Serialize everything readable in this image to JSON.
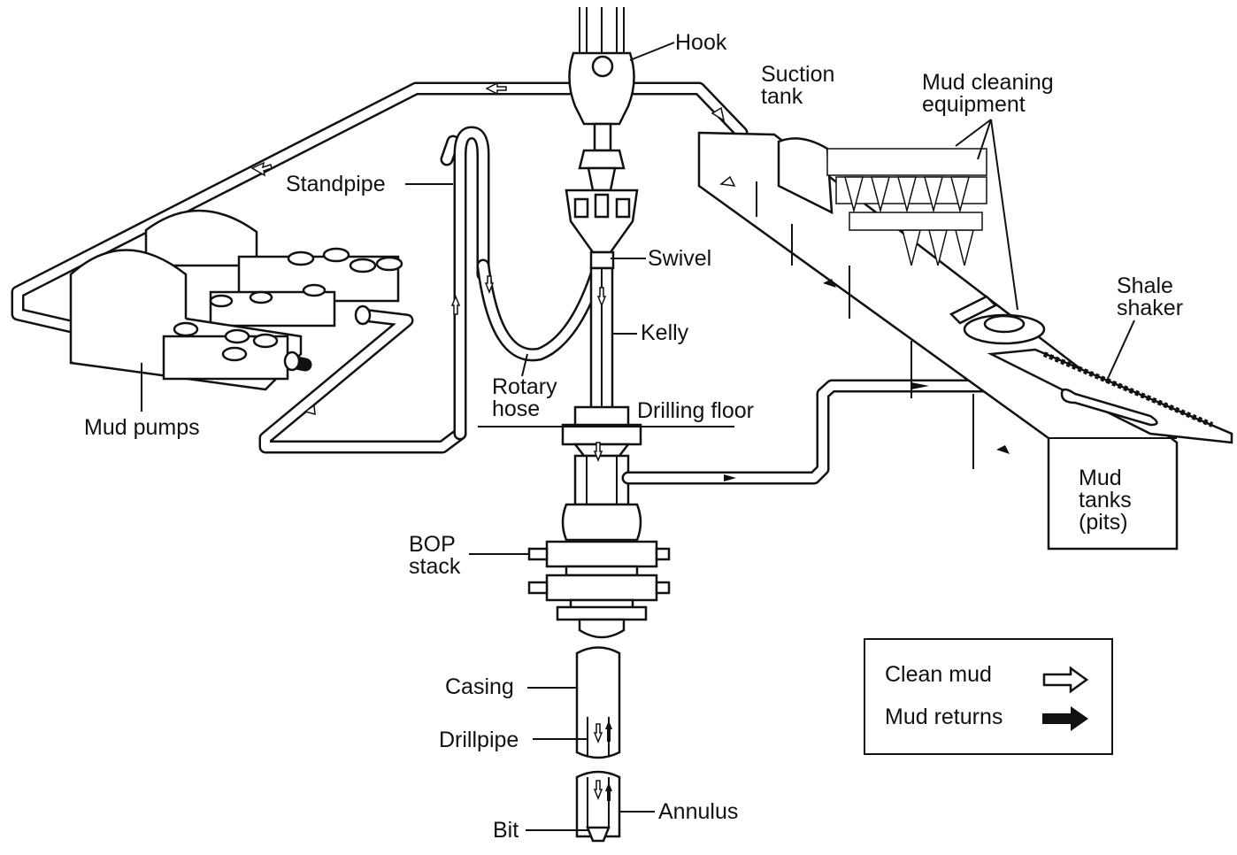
{
  "labels": {
    "hook": "Hook",
    "suction_tank_1": "Suction",
    "suction_tank_2": "tank",
    "mud_cleaning_1": "Mud cleaning",
    "mud_cleaning_2": "equipment",
    "standpipe": "Standpipe",
    "swivel": "Swivel",
    "shale_shaker_1": "Shale",
    "shale_shaker_2": "shaker",
    "kelly": "Kelly",
    "rotary_hose_1": "Rotary",
    "rotary_hose_2": "hose",
    "drilling_floor": "Drilling floor",
    "mud_pumps": "Mud pumps",
    "mud_tanks_1": "Mud",
    "mud_tanks_2": "tanks",
    "mud_tanks_3": "(pits)",
    "bop_1": "BOP",
    "bop_2": "stack",
    "casing": "Casing",
    "drillpipe": "Drillpipe",
    "annulus": "Annulus",
    "bit": "Bit"
  },
  "legend": {
    "clean_mud": "Clean mud",
    "mud_returns": "Mud returns"
  }
}
